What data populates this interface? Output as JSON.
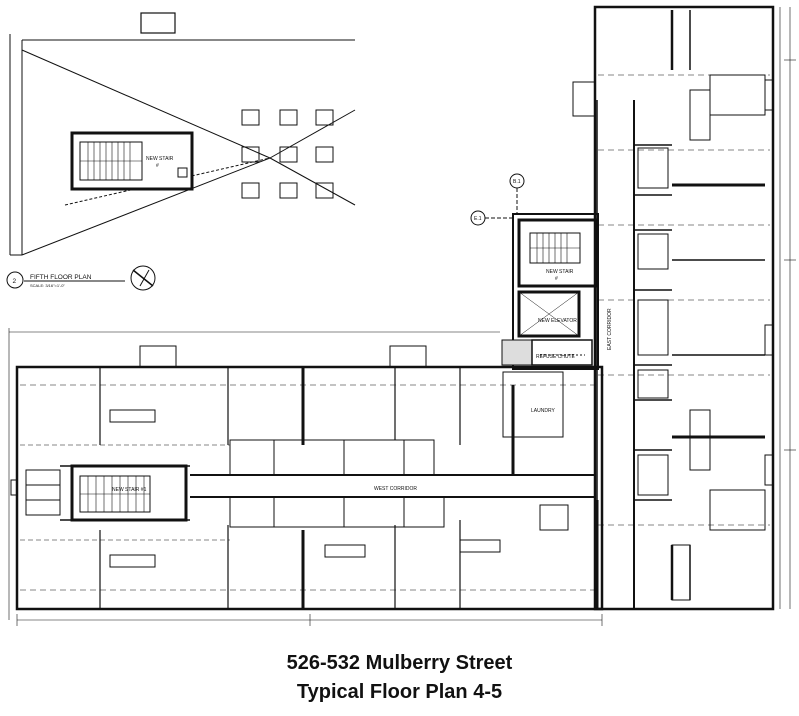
{
  "caption": {
    "line1": "526-532 Mulberry Street",
    "line2": "Typical Floor Plan 4-5"
  },
  "fifth_floor": {
    "plan_number": "2",
    "title": "FIFTH FLOOR PLAN",
    "scale": "SCALE: 3/16\"=1'-0\"",
    "stair_label": "NEW STAIR",
    "stair_number": "#"
  },
  "main_plan": {
    "new_stair_2": "NEW STAIR",
    "new_stair_2_num": "#",
    "new_elevator": "NEW ELEVATOR",
    "refuse_chute": "REFUSE CHUTE",
    "east_corridor": "EAST CORRIDOR",
    "west_corridor": "WEST CORRIDOR",
    "laundry": "LAUNDRY",
    "new_stair_1": "NEW STAIR #1",
    "grid_b1": "B.1",
    "grid_e1": "E.1"
  }
}
